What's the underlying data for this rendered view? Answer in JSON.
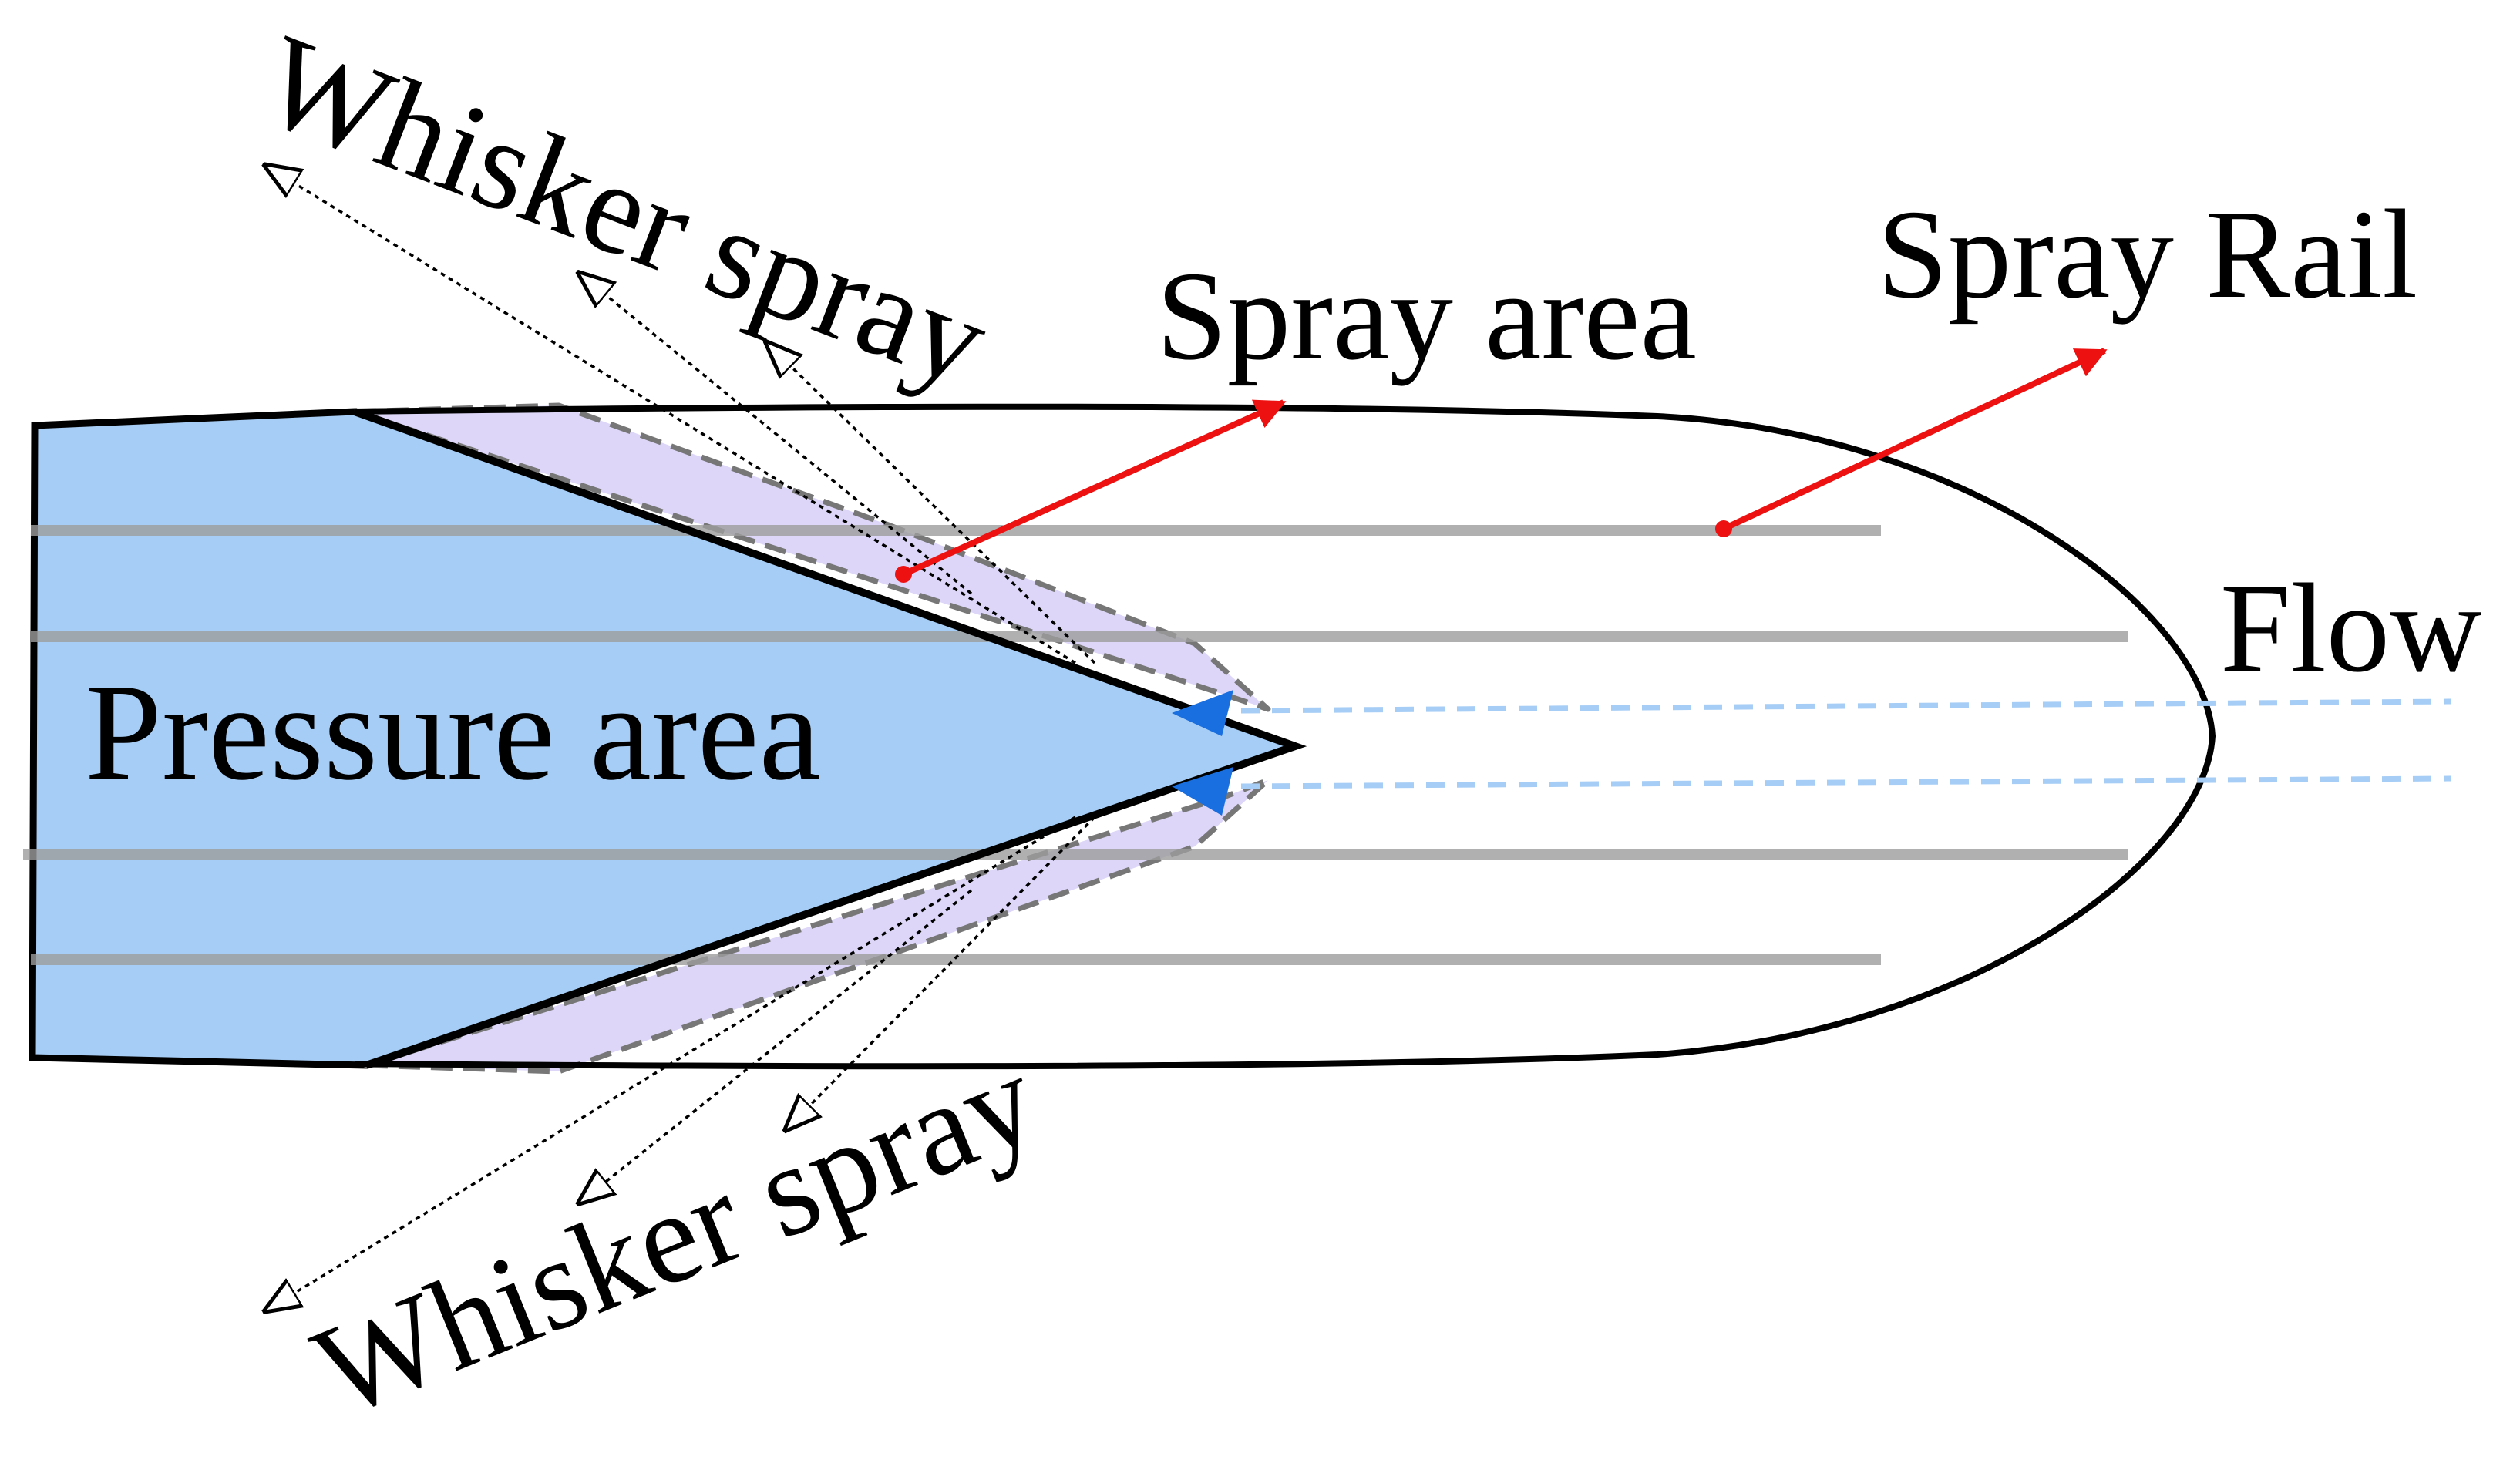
{
  "labels": {
    "whisker_spray_top": "Whisker spray",
    "whisker_spray_bottom": "Whisker spray",
    "spray_area": "Spray area",
    "spray_rail": "Spray Rail",
    "flow": "Flow",
    "pressure_area": "Pressure area"
  },
  "colors": {
    "pressure_area_fill": "#a6cdf5",
    "spray_area_fill": "#ddd6f8",
    "rail_line": "#aaaaaa",
    "annotation_arrow": "#ee1111",
    "flow_line": "#a6cdf5",
    "flow_arrowhead": "#1a6fe0",
    "outline": "#000000"
  }
}
